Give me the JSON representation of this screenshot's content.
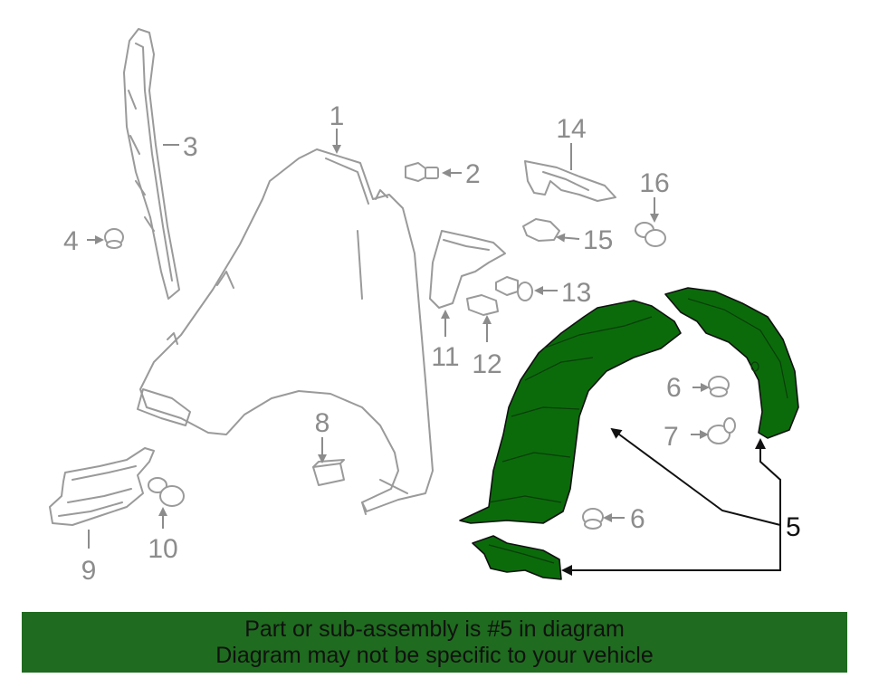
{
  "callouts": {
    "c1": "1",
    "c2": "2",
    "c3": "3",
    "c4": "4",
    "c5": "5",
    "c6a": "6",
    "c6b": "6",
    "c7": "7",
    "c8": "8",
    "c9": "9",
    "c10": "10",
    "c11": "11",
    "c12": "12",
    "c13": "13",
    "c14": "14",
    "c15": "15",
    "c16": "16"
  },
  "banner": {
    "line1": "Part or sub-assembly is #5 in diagram",
    "line2": "Diagram may not be specific to your vehicle"
  },
  "colors": {
    "highlight": "#0b6b0b",
    "banner": "#1f6b1f",
    "outline": "#9a9a9a"
  }
}
